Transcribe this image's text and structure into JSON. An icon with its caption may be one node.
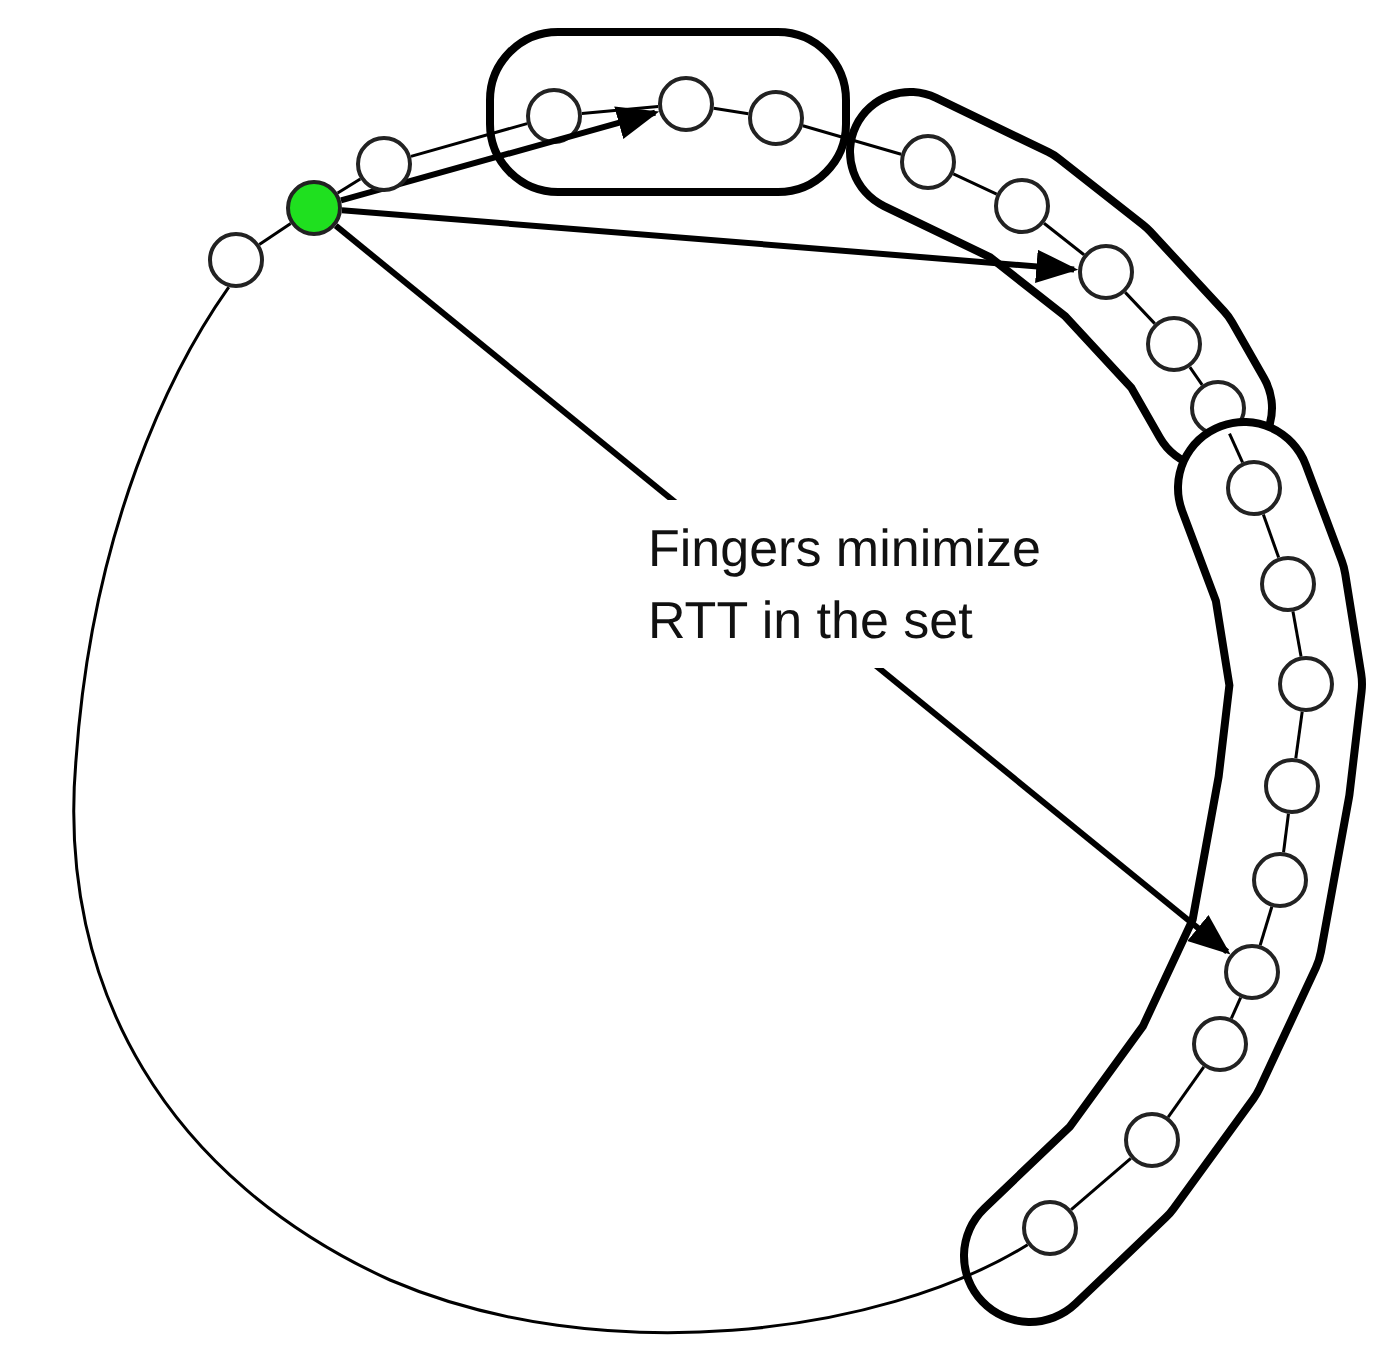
{
  "diagram": {
    "nodes": [
      {
        "text": [],
        "shape": "circle"
      },
      {
        "text": [],
        "shape": "circle"
      },
      {
        "text": [],
        "shape": "circle"
      },
      {
        "text": [],
        "shape": "box"
      },
      {
        "text": [],
        "shape": "circle",
        "in": 3
      },
      {
        "text": [],
        "shape": "circle",
        "in": 3
      },
      {
        "text": [],
        "shape": "circle",
        "in": 3
      },
      {
        "text": [],
        "shape": "box"
      },
      {
        "text": [],
        "shape": "circle",
        "in": 7
      },
      {
        "text": [],
        "shape": "circle",
        "in": 7
      },
      {
        "text": [],
        "shape": "circle",
        "in": 7
      },
      {
        "text": [],
        "shape": "circle",
        "in": 7
      },
      {
        "text": [],
        "shape": "circle",
        "in": 7
      },
      {
        "text": [],
        "shape": "box"
      },
      {
        "text": [],
        "shape": "circle",
        "in": 13
      },
      {
        "text": [],
        "shape": "circle",
        "in": 13
      },
      {
        "text": [],
        "shape": "circle",
        "in": 13
      },
      {
        "text": [],
        "shape": "circle",
        "in": 13
      },
      {
        "text": [],
        "shape": "circle",
        "in": 13
      },
      {
        "text": [],
        "shape": "circle",
        "in": 13
      },
      {
        "text": [],
        "shape": "circle",
        "in": 13
      },
      {
        "text": [],
        "shape": "circle",
        "in": 13
      },
      {
        "text": [],
        "shape": "circle",
        "in": 13
      }
    ],
    "edges": [
      {
        "from": 0,
        "to": 1,
        "arrow": "none"
      },
      {
        "from": 1,
        "to": 2,
        "arrow": "none"
      },
      {
        "from": 2,
        "to": 4,
        "arrow": "none"
      },
      {
        "from": 4,
        "to": 5,
        "arrow": "none"
      },
      {
        "from": 5,
        "to": 6,
        "arrow": "none"
      },
      {
        "from": 6,
        "to": 8,
        "arrow": "none"
      },
      {
        "from": 8,
        "to": 9,
        "arrow": "none"
      },
      {
        "from": 9,
        "to": 10,
        "arrow": "none"
      },
      {
        "from": 10,
        "to": 11,
        "arrow": "none"
      },
      {
        "from": 11,
        "to": 12,
        "arrow": "none"
      },
      {
        "from": 12,
        "to": 14,
        "arrow": "none"
      },
      {
        "from": 14,
        "to": 15,
        "arrow": "none"
      },
      {
        "from": 15,
        "to": 16,
        "arrow": "none"
      },
      {
        "from": 16,
        "to": 17,
        "arrow": "none"
      },
      {
        "from": 17,
        "to": 18,
        "arrow": "none"
      },
      {
        "from": 18,
        "to": 19,
        "arrow": "none"
      },
      {
        "from": 19,
        "to": 20,
        "arrow": "none"
      },
      {
        "from": 20,
        "to": 21,
        "arrow": "none"
      },
      {
        "from": 21,
        "to": 22,
        "arrow": "none"
      },
      {
        "from": 22,
        "to": 0,
        "arrow": "none"
      },
      {
        "from": 1,
        "to": 5,
        "arrow": "to",
        "style": "thick"
      },
      {
        "from": 1,
        "to": 10,
        "arrow": "to",
        "style": "thick"
      },
      {
        "from": 1,
        "to": 19,
        "arrow": "to",
        "style": "thick"
      }
    ],
    "labels": [
      "Fingers minimize RTT in the set"
    ]
  }
}
